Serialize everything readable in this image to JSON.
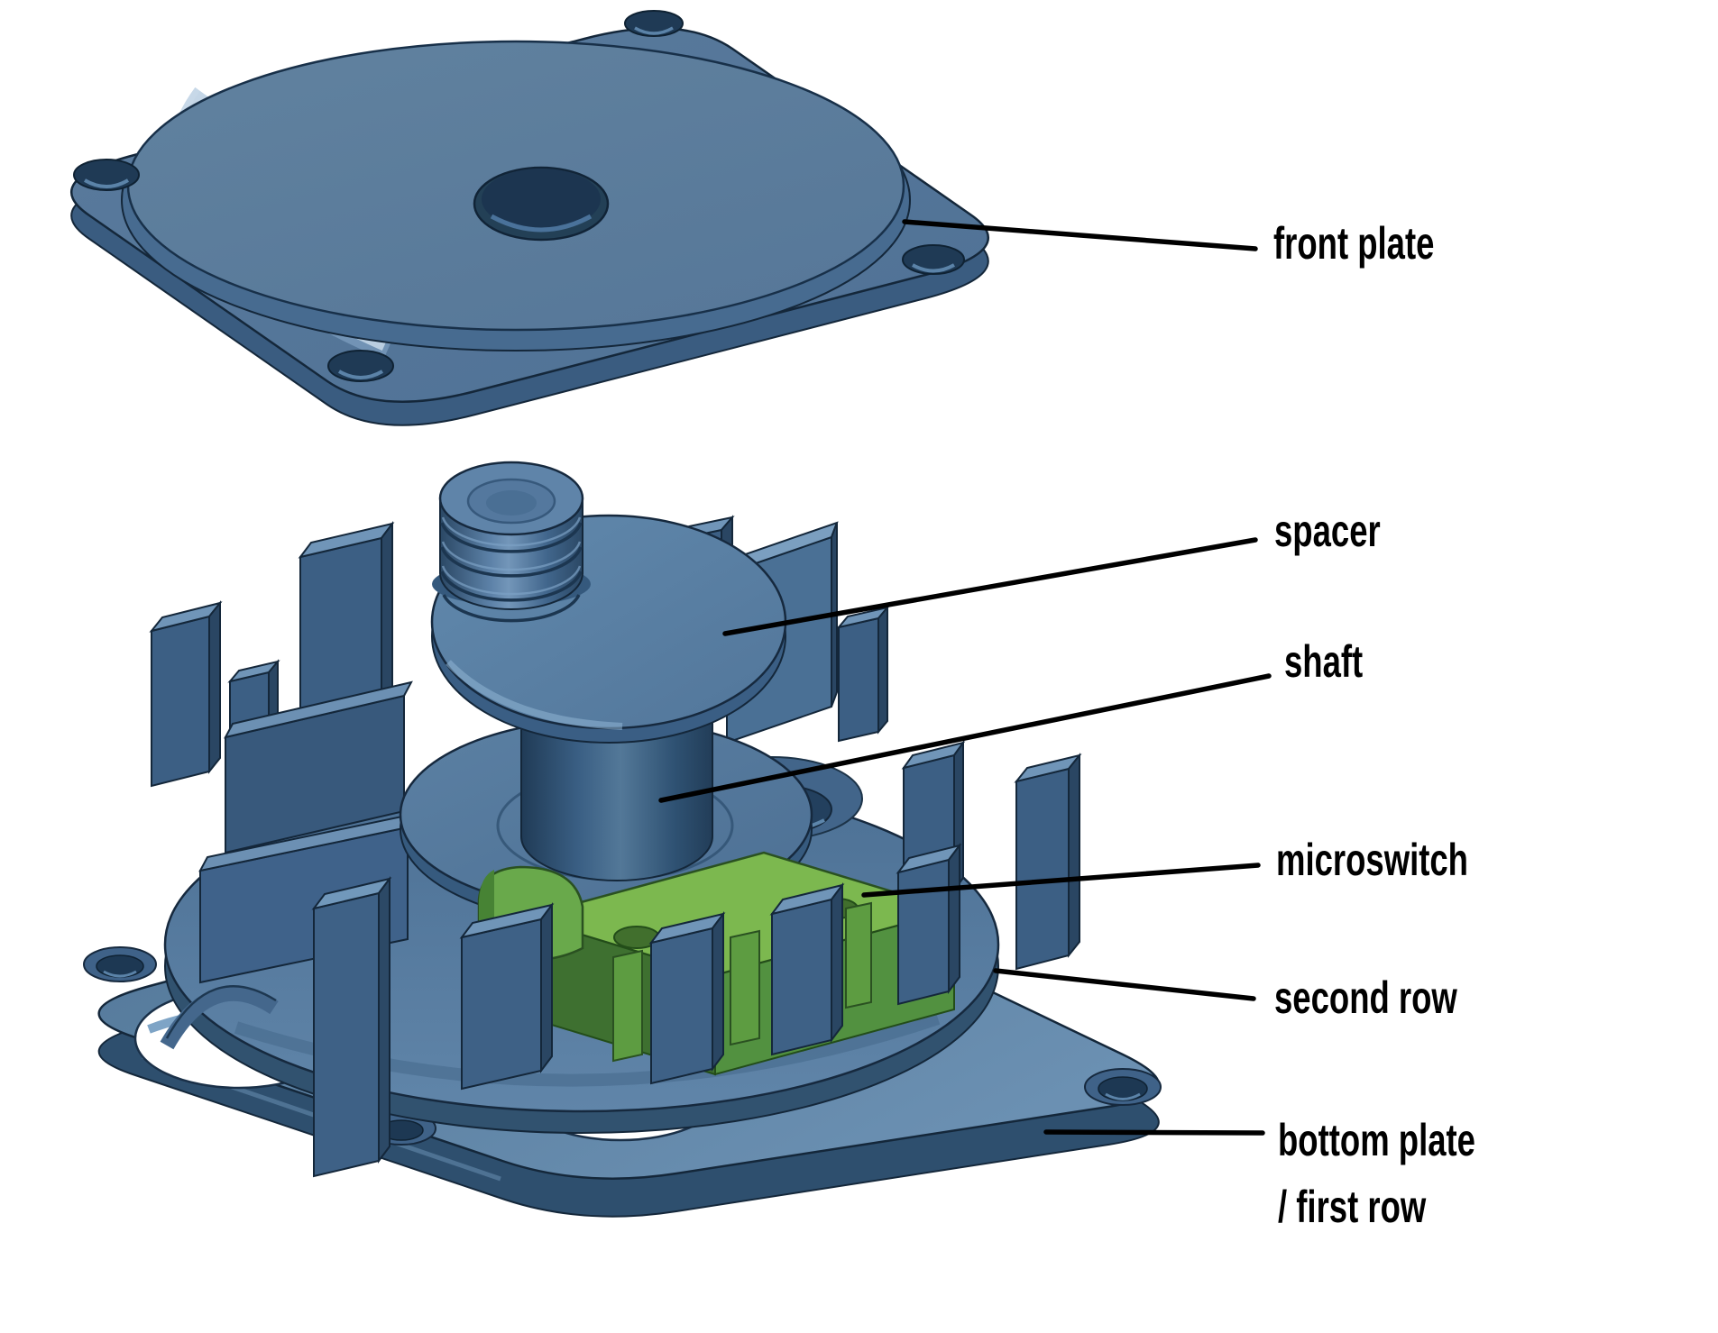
{
  "figure": {
    "kind": "cad-exploded-view",
    "background": "#ffffff",
    "parts": [
      "front plate",
      "spacer",
      "shaft",
      "microswitch",
      "second row",
      "bottom plate / first row"
    ]
  },
  "labels": {
    "front_plate": "front plate",
    "spacer": "spacer",
    "shaft": "shaft",
    "microswitch": "microswitch",
    "second_row": "second row",
    "bottom_plate_line1": "bottom plate",
    "bottom_plate_line2": "/ first row"
  },
  "colors": {
    "body_top": "#587ea6",
    "body_side": "#3c5f84",
    "body_dark": "#2a4663",
    "body_light": "#a9c6de",
    "switch_green_top": "#7cb84f",
    "switch_green_front": "#3e7030",
    "switch_green_side": "#529140",
    "outline": "#14273a",
    "leader_line": "#000000",
    "label_text": "#000000"
  }
}
